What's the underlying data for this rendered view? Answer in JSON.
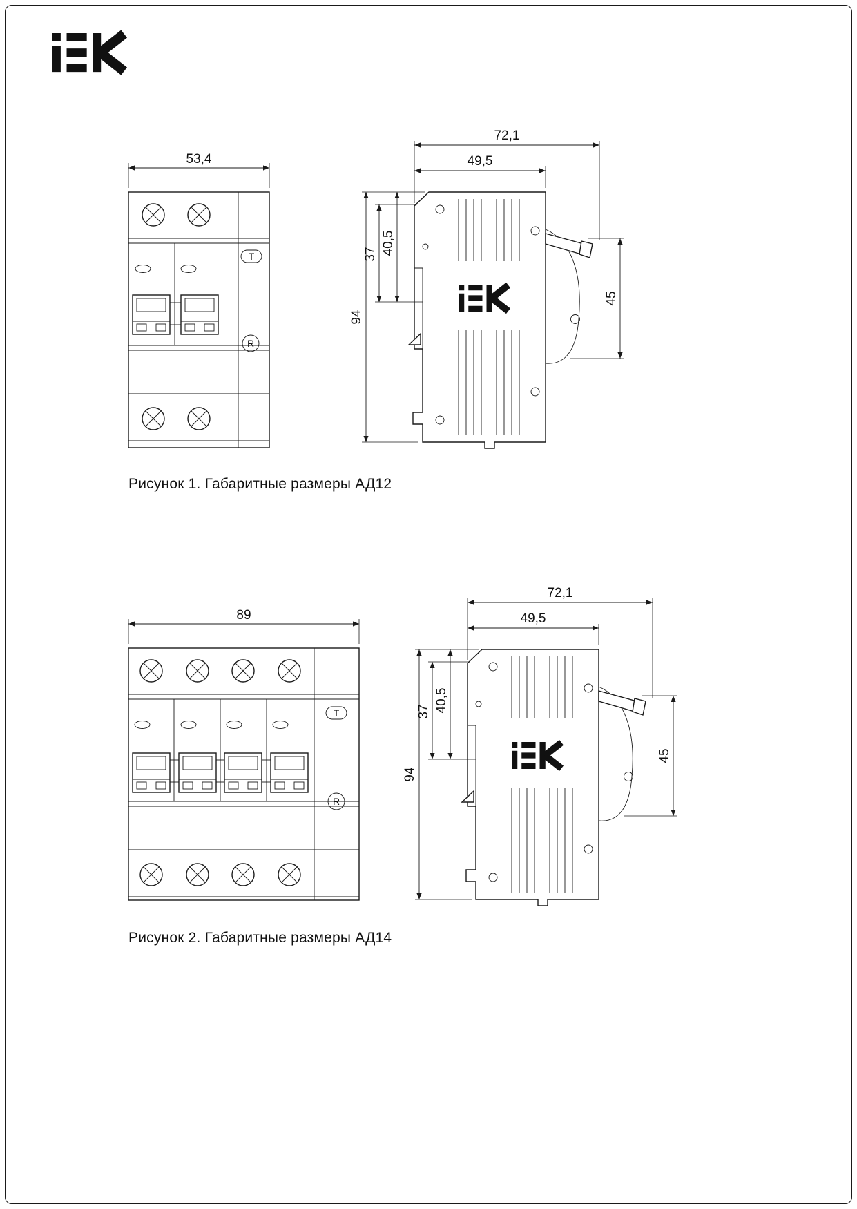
{
  "brand": {
    "name": "IEK"
  },
  "figure1": {
    "caption": "Рисунок 1. Габаритные размеры АД12",
    "front": {
      "width": "53,4",
      "test_button": "T",
      "reset_button": "R"
    },
    "side": {
      "overall_width": "72,1",
      "body_width": "49,5",
      "offset_a": "40,5",
      "offset_b": "37",
      "height": "94",
      "handle_height": "45"
    }
  },
  "figure2": {
    "caption": "Рисунок 2. Габаритные размеры АД14",
    "front": {
      "width": "89",
      "test_button": "T",
      "reset_button": "R"
    },
    "side": {
      "overall_width": "72,1",
      "body_width": "49,5",
      "offset_a": "40,5",
      "offset_b": "37",
      "height": "94",
      "handle_height": "45"
    }
  }
}
